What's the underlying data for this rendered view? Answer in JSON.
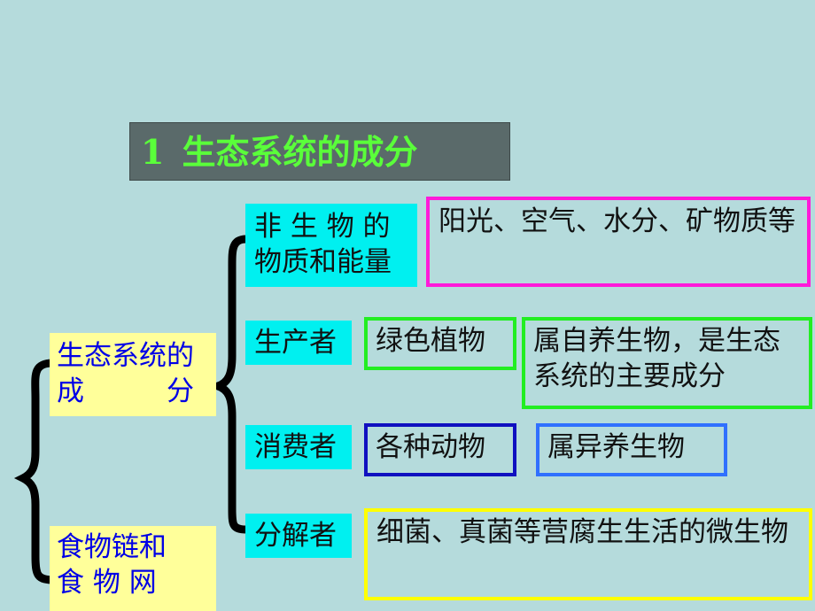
{
  "title": {
    "number": "1",
    "text": "生态系统的成分"
  },
  "left": {
    "composition": {
      "line1": "生态系统的",
      "line2": "成　　　分"
    },
    "food": {
      "line1": "食物链和",
      "line2": "食 物 网"
    }
  },
  "categories": [
    {
      "label_line1": "非 生 物 的",
      "label_line2": "物质和能量"
    },
    {
      "label": "生产者"
    },
    {
      "label": "消费者"
    },
    {
      "label": "分解者"
    }
  ],
  "details": {
    "abiotic": "阳光、空气、水分、矿物质等",
    "producer_example": "绿色植物",
    "producer_note": "属自养生物，是生态系统的主要成分",
    "consumer_example": "各种动物",
    "consumer_note": "属异养生物",
    "decomposer_note": "细菌、真菌等营腐生生活的微生物"
  },
  "colors": {
    "background": "#b5dbdc",
    "magenta": "#ff1ad9",
    "green": "#22ee22",
    "dark_blue": "#1010c0",
    "light_blue": "#3070ff",
    "yellow": "#ffff00"
  }
}
